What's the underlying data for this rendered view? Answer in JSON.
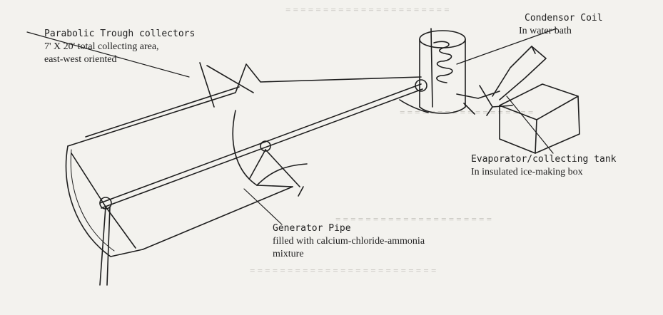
{
  "diagram": {
    "parabolic_trough": {
      "title": "Parabolic Trough collectors",
      "line1": "7' X 20' total collecting area,",
      "line2": "east-west oriented"
    },
    "condensor_coil": {
      "title": "Condensor Coil",
      "subtitle": "In water bath"
    },
    "evaporator_tank": {
      "title": "Evaporator/collecting tank",
      "subtitle": "In insulated ice-making box"
    },
    "generator_pipe": {
      "title": "Generator Pipe",
      "line1": "filled with calcium-chloride-ammonia",
      "line2": "mixture"
    }
  },
  "colors": {
    "ink": "#1e1e1e",
    "paper": "#f3f2ee",
    "bleed_through": "#b9b7b1"
  }
}
